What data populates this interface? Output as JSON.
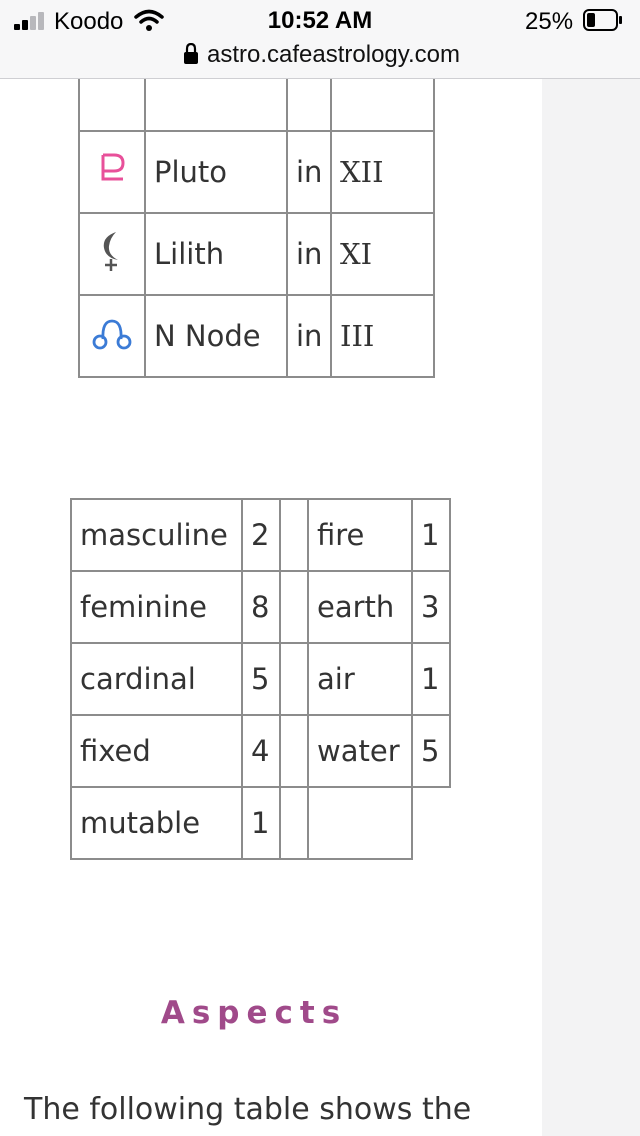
{
  "status_bar": {
    "carrier": "Koodo",
    "time": "10:52 AM",
    "battery": "25%"
  },
  "url_bar": {
    "domain": "astro.cafeastrology.com"
  },
  "planet_table": {
    "rows": [
      {
        "icon": "pluto-icon",
        "icon_color": "#e8509a",
        "name": "Pluto",
        "in": "in",
        "house": "XII"
      },
      {
        "icon": "lilith-icon",
        "icon_color": "#555555",
        "name": "Lilith",
        "in": "in",
        "house": "XI"
      },
      {
        "icon": "north-node-icon",
        "icon_color": "#3b7bd6",
        "name": "N Node",
        "in": "in",
        "house": "III"
      }
    ]
  },
  "elements_table": {
    "rows": [
      {
        "quality": "masculine",
        "quality_count": "2",
        "element": "fire",
        "element_count": "1"
      },
      {
        "quality": "feminine",
        "quality_count": "8",
        "element": "earth",
        "element_count": "3"
      },
      {
        "quality": "cardinal",
        "quality_count": "5",
        "element": "air",
        "element_count": "1"
      },
      {
        "quality": "fixed",
        "quality_count": "4",
        "element": "water",
        "element_count": "5"
      },
      {
        "quality": "mutable",
        "quality_count": "1",
        "element": "",
        "element_count": ""
      }
    ]
  },
  "aspects": {
    "heading": "Aspects",
    "intro": "The following table shows the"
  },
  "colors": {
    "heading": "#a04a8a",
    "border": "#8c8c8c"
  }
}
